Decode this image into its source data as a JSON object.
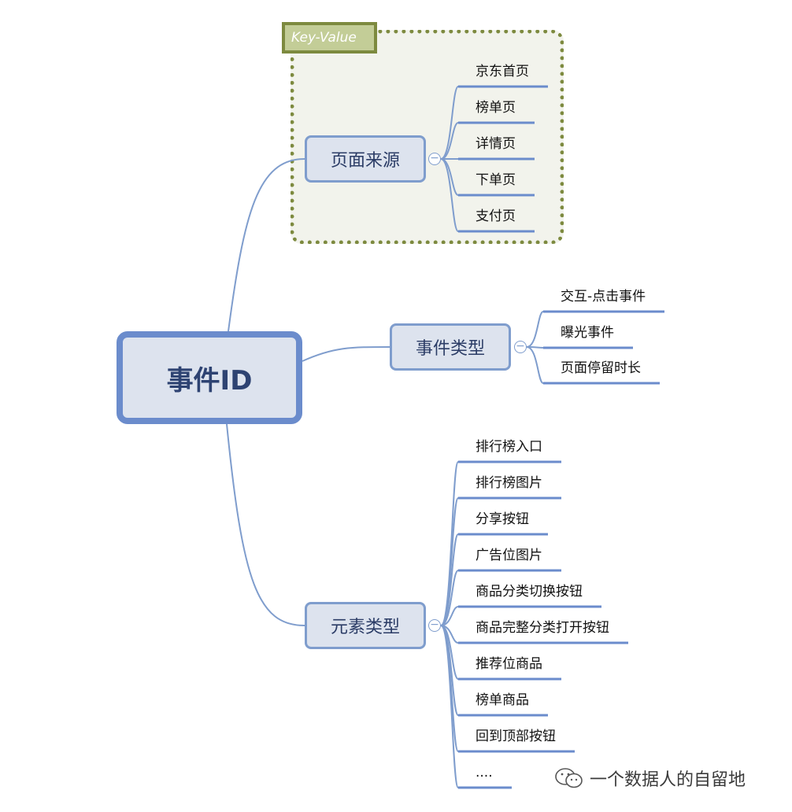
{
  "root": {
    "label": "事件ID"
  },
  "key_value_label": "Key-Value",
  "branches": {
    "page_source": {
      "label": "页面来源",
      "children": [
        "京东首页",
        "榜单页",
        "详情页",
        "下单页",
        "支付页"
      ]
    },
    "event_type": {
      "label": "事件类型",
      "children": [
        "交互-点击事件",
        "曝光事件",
        "页面停留时长"
      ]
    },
    "element_type": {
      "label": "元素类型",
      "children": [
        "排行榜入口",
        "排行榜图片",
        "分享按钮",
        "广告位图片",
        "商品分类切换按钮",
        "商品完整分类打开按钮",
        "推荐位商品",
        "榜单商品",
        "回到顶部按钮",
        "...."
      ]
    }
  },
  "collapse_symbol": "−",
  "watermark": {
    "icon": "wechat-icon",
    "text": "一个数据人的自留地"
  },
  "colors": {
    "line": "#7f9dcd",
    "node_fill": "#dde3ee",
    "leaf_underline": "#6b8ccc",
    "boundary": "#7d8a3f"
  }
}
